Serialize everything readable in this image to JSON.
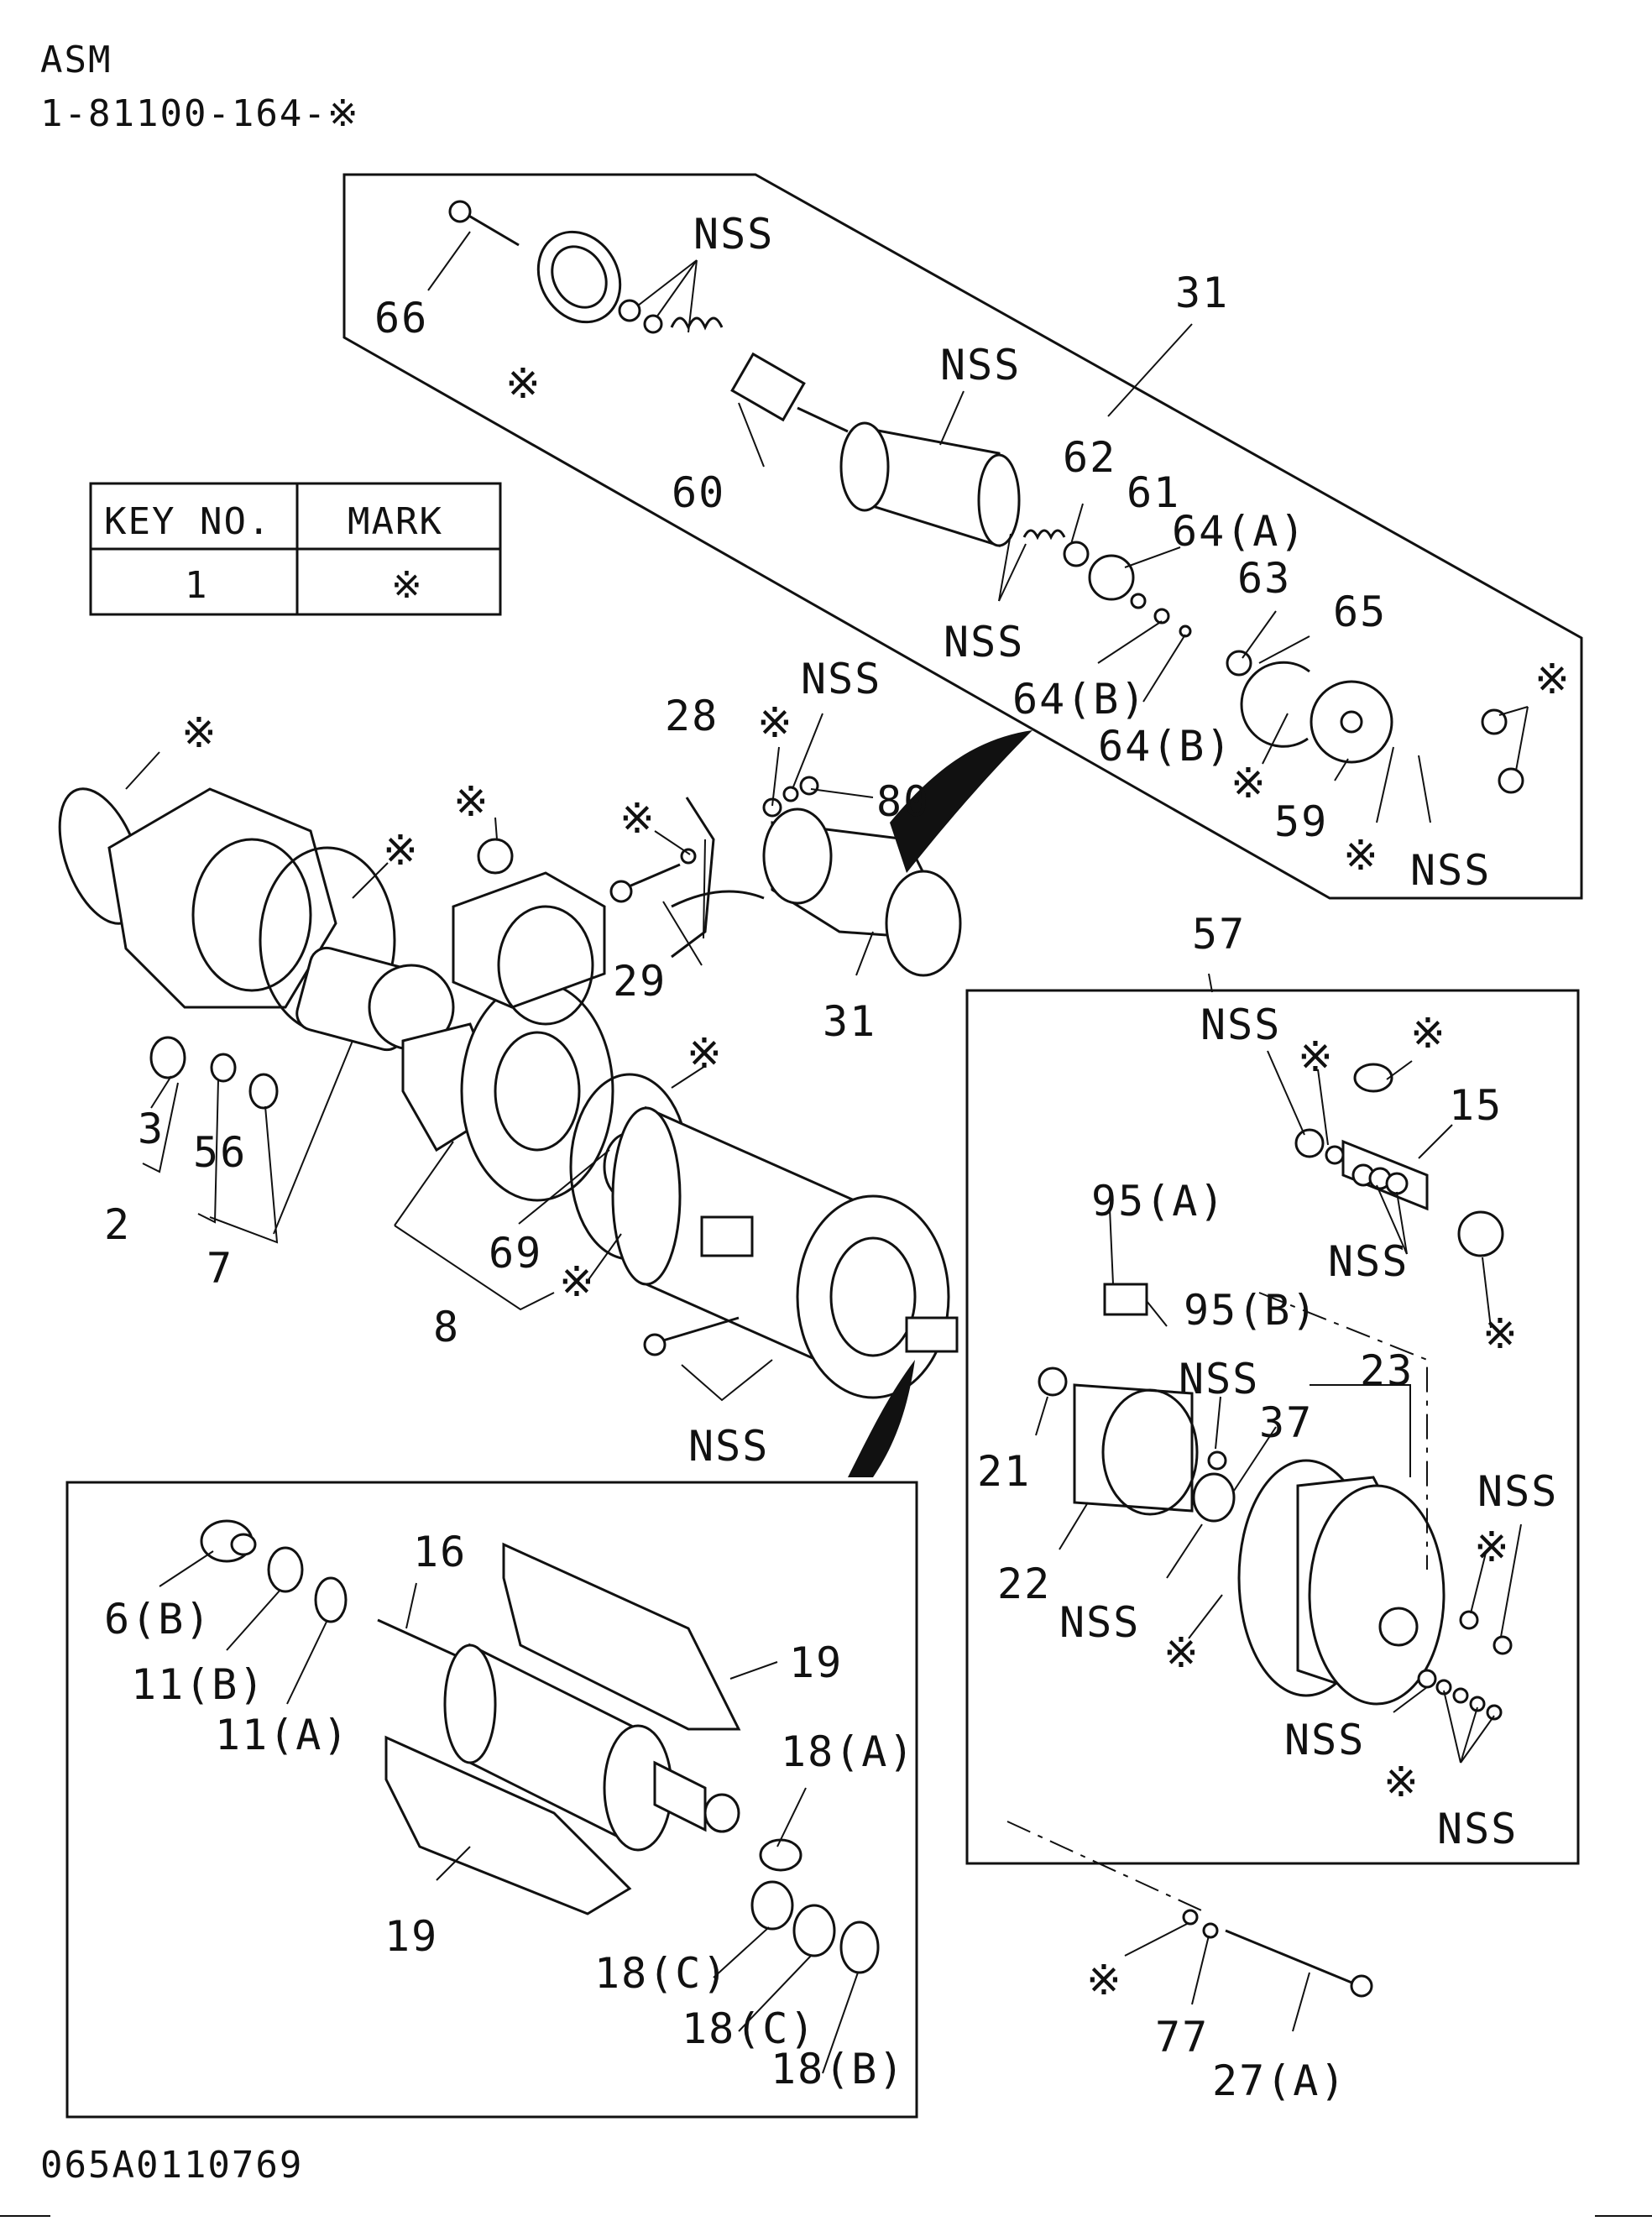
{
  "header": {
    "title": "ASM",
    "part_number": "1-81100-164-※"
  },
  "key_table": {
    "headers": [
      "KEY NO.",
      "MARK"
    ],
    "rows": [
      {
        "key": "1",
        "mark": "※"
      }
    ]
  },
  "footer": {
    "drawing_id": "065A0110769"
  },
  "callouts": {
    "n66": "66",
    "n60": "60",
    "n31a": "31",
    "n31b": "31",
    "n62": "62",
    "n61": "61",
    "n64a": "64(A)",
    "n64b1": "64(B)",
    "n64b2": "64(B)",
    "n63": "63",
    "n65": "65",
    "n59": "59",
    "n28": "28",
    "n80": "80",
    "n29": "29",
    "n2": "2",
    "n3": "3",
    "n56": "56",
    "n7": "7",
    "n8": "8",
    "n69": "69",
    "n57": "57",
    "n15": "15",
    "n95a": "95(A)",
    "n95b": "95(B)",
    "n23": "23",
    "n37": "37",
    "n21": "21",
    "n22": "22",
    "n6b": "6(B)",
    "n11b": "11(B)",
    "n11a": "11(A)",
    "n16": "16",
    "n19a": "19",
    "n19b": "19",
    "n18a": "18(A)",
    "n18c1": "18(C)",
    "n18c2": "18(C)",
    "n18b": "18(B)",
    "n77": "77",
    "n27a": "27(A)"
  },
  "nss": "NSS",
  "star": "※"
}
